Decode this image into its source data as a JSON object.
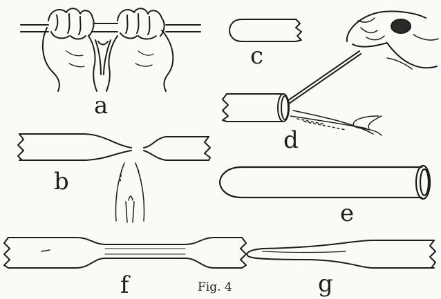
{
  "figure": {
    "caption": "Fig. 4",
    "panels": [
      {
        "id": "a",
        "label": "a"
      },
      {
        "id": "b",
        "label": "b"
      },
      {
        "id": "c",
        "label": "c"
      },
      {
        "id": "d",
        "label": "d"
      },
      {
        "id": "e",
        "label": "e"
      },
      {
        "id": "f",
        "label": "f"
      },
      {
        "id": "g",
        "label": "g"
      }
    ]
  },
  "colors": {
    "ink": "#1c1c1c",
    "paper": "#fafaf6"
  }
}
